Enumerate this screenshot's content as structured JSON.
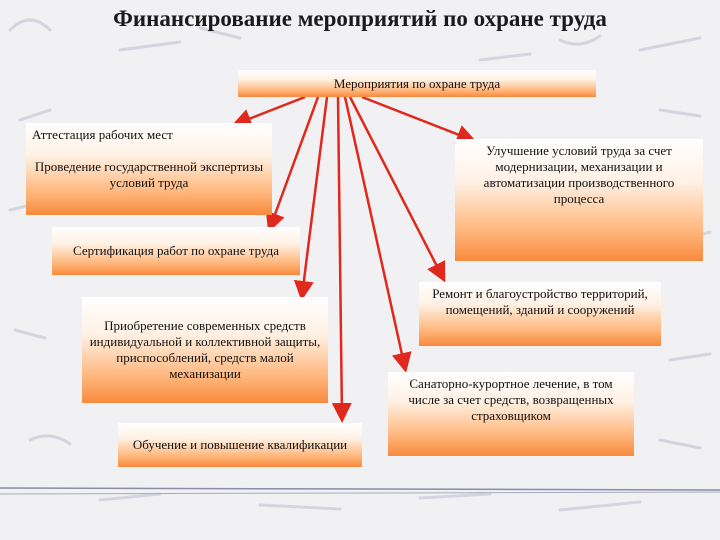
{
  "title": "Финансирование мероприятий по охране труда",
  "root": "Мероприятия по охране труда",
  "nodes": {
    "attestation": "Аттестация рабочих мест",
    "expertise": "Проведение государственной экспертизы условий труда",
    "certification": "Сертификация работ по охране труда",
    "ppe": "Приобретение современных средств индивидуальной и коллективной защиты, приспособлений, средств малой механизации",
    "training": "Обучение и повышение квалификации",
    "improvement": "Улучшение условий труда за счет модернизации, механизации и автоматизации производственного процесса",
    "repair": "Ремонт и благоустройство территорий, помещений, зданий и сооружений",
    "sanatorium": "Санаторно-курортное лечение, в том числе за счет средств, возвращенных страховщиком"
  },
  "colors": {
    "arrow": "#e0281c",
    "box_bottom": "#f88a3c"
  }
}
